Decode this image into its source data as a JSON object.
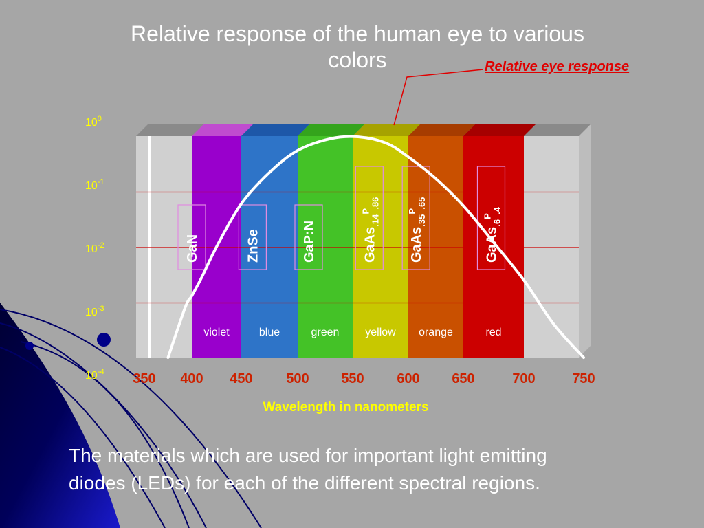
{
  "slide": {
    "title_line1": "Relative response of the human eye to various",
    "title_line2": "colors",
    "callout": "Relative eye response",
    "caption_line1": "The materials which are used for important light emitting",
    "caption_line2": "diodes (LEDs) for each of the different spectral regions."
  },
  "chart_data": {
    "type": "area",
    "xlabel": "Wavelength in nanometers",
    "ylabel": "",
    "x_ticks": [
      "350",
      "400",
      "450",
      "500",
      "550",
      "600",
      "650",
      "700",
      "750"
    ],
    "y_scale": "log",
    "y_ticks": [
      {
        "base": "10",
        "exp": "0"
      },
      {
        "base": "10",
        "exp": "-1"
      },
      {
        "base": "10",
        "exp": "-2"
      },
      {
        "base": "10",
        "exp": "-3"
      },
      {
        "base": "10",
        "exp": "-4"
      }
    ],
    "ylim": [
      0.0001,
      1
    ],
    "grid": "horizontal red lines at 10^-1, 10^-2, 10^-3",
    "bands": [
      {
        "label": "violet",
        "from": 400,
        "to": 450,
        "color": "#9900cc",
        "top": "#c04ccf"
      },
      {
        "label": "blue",
        "from": 450,
        "to": 500,
        "color": "#2e74c8",
        "top": "#1d57a8"
      },
      {
        "label": "green",
        "from": 500,
        "to": 550,
        "color": "#44c227",
        "top": "#34a41c"
      },
      {
        "label": "yellow",
        "from": 550,
        "to": 600,
        "color": "#c8c800",
        "top": "#a6a200"
      },
      {
        "label": "orange",
        "from": 600,
        "to": 650,
        "color": "#c95000",
        "top": "#a63c00"
      },
      {
        "label": "red",
        "from": 650,
        "to": 700,
        "color": "#cc0000",
        "top": "#a60000"
      }
    ],
    "materials": [
      {
        "name": "GaN",
        "sub": "",
        "sup": "",
        "sub2": "",
        "x": 400
      },
      {
        "name": "ZnSe",
        "sub": "",
        "sup": "",
        "sub2": "",
        "x": 460
      },
      {
        "name": "GaP:N",
        "sub": "",
        "sup": "",
        "sub2": "",
        "x": 510
      },
      {
        "name": "GaAs",
        "sub": ".14",
        "sup": "P",
        "sub2": ".86",
        "x": 565
      },
      {
        "name": "GaAs",
        "sub": ".35",
        "sup": "P",
        "sub2": ".65",
        "x": 607
      },
      {
        "name": "GaAs",
        "sub": ".6",
        "sup": "P",
        "sub2": ".4",
        "x": 673
      }
    ],
    "series": [
      {
        "x": [
          375,
          393,
          400,
          410,
          425,
          450,
          475,
          500,
          530,
          555,
          580,
          600,
          625,
          650,
          675,
          700,
          725,
          750
        ],
        "y": [
          0.0001,
          0.0008,
          0.0013,
          0.0028,
          0.01,
          0.06,
          0.22,
          0.55,
          0.9,
          0.97,
          0.75,
          0.42,
          0.17,
          0.055,
          0.012,
          0.0025,
          0.0004,
          0.0001
        ]
      }
    ],
    "colors": {
      "background": "#a6a6a6",
      "axis_labels": "#ffff00",
      "x_ticks": "#cc2200",
      "xlabel": "#ffff00",
      "curve": "#ffffff",
      "gridlines": "#cc0000",
      "material_box": "#e08ce0"
    }
  }
}
